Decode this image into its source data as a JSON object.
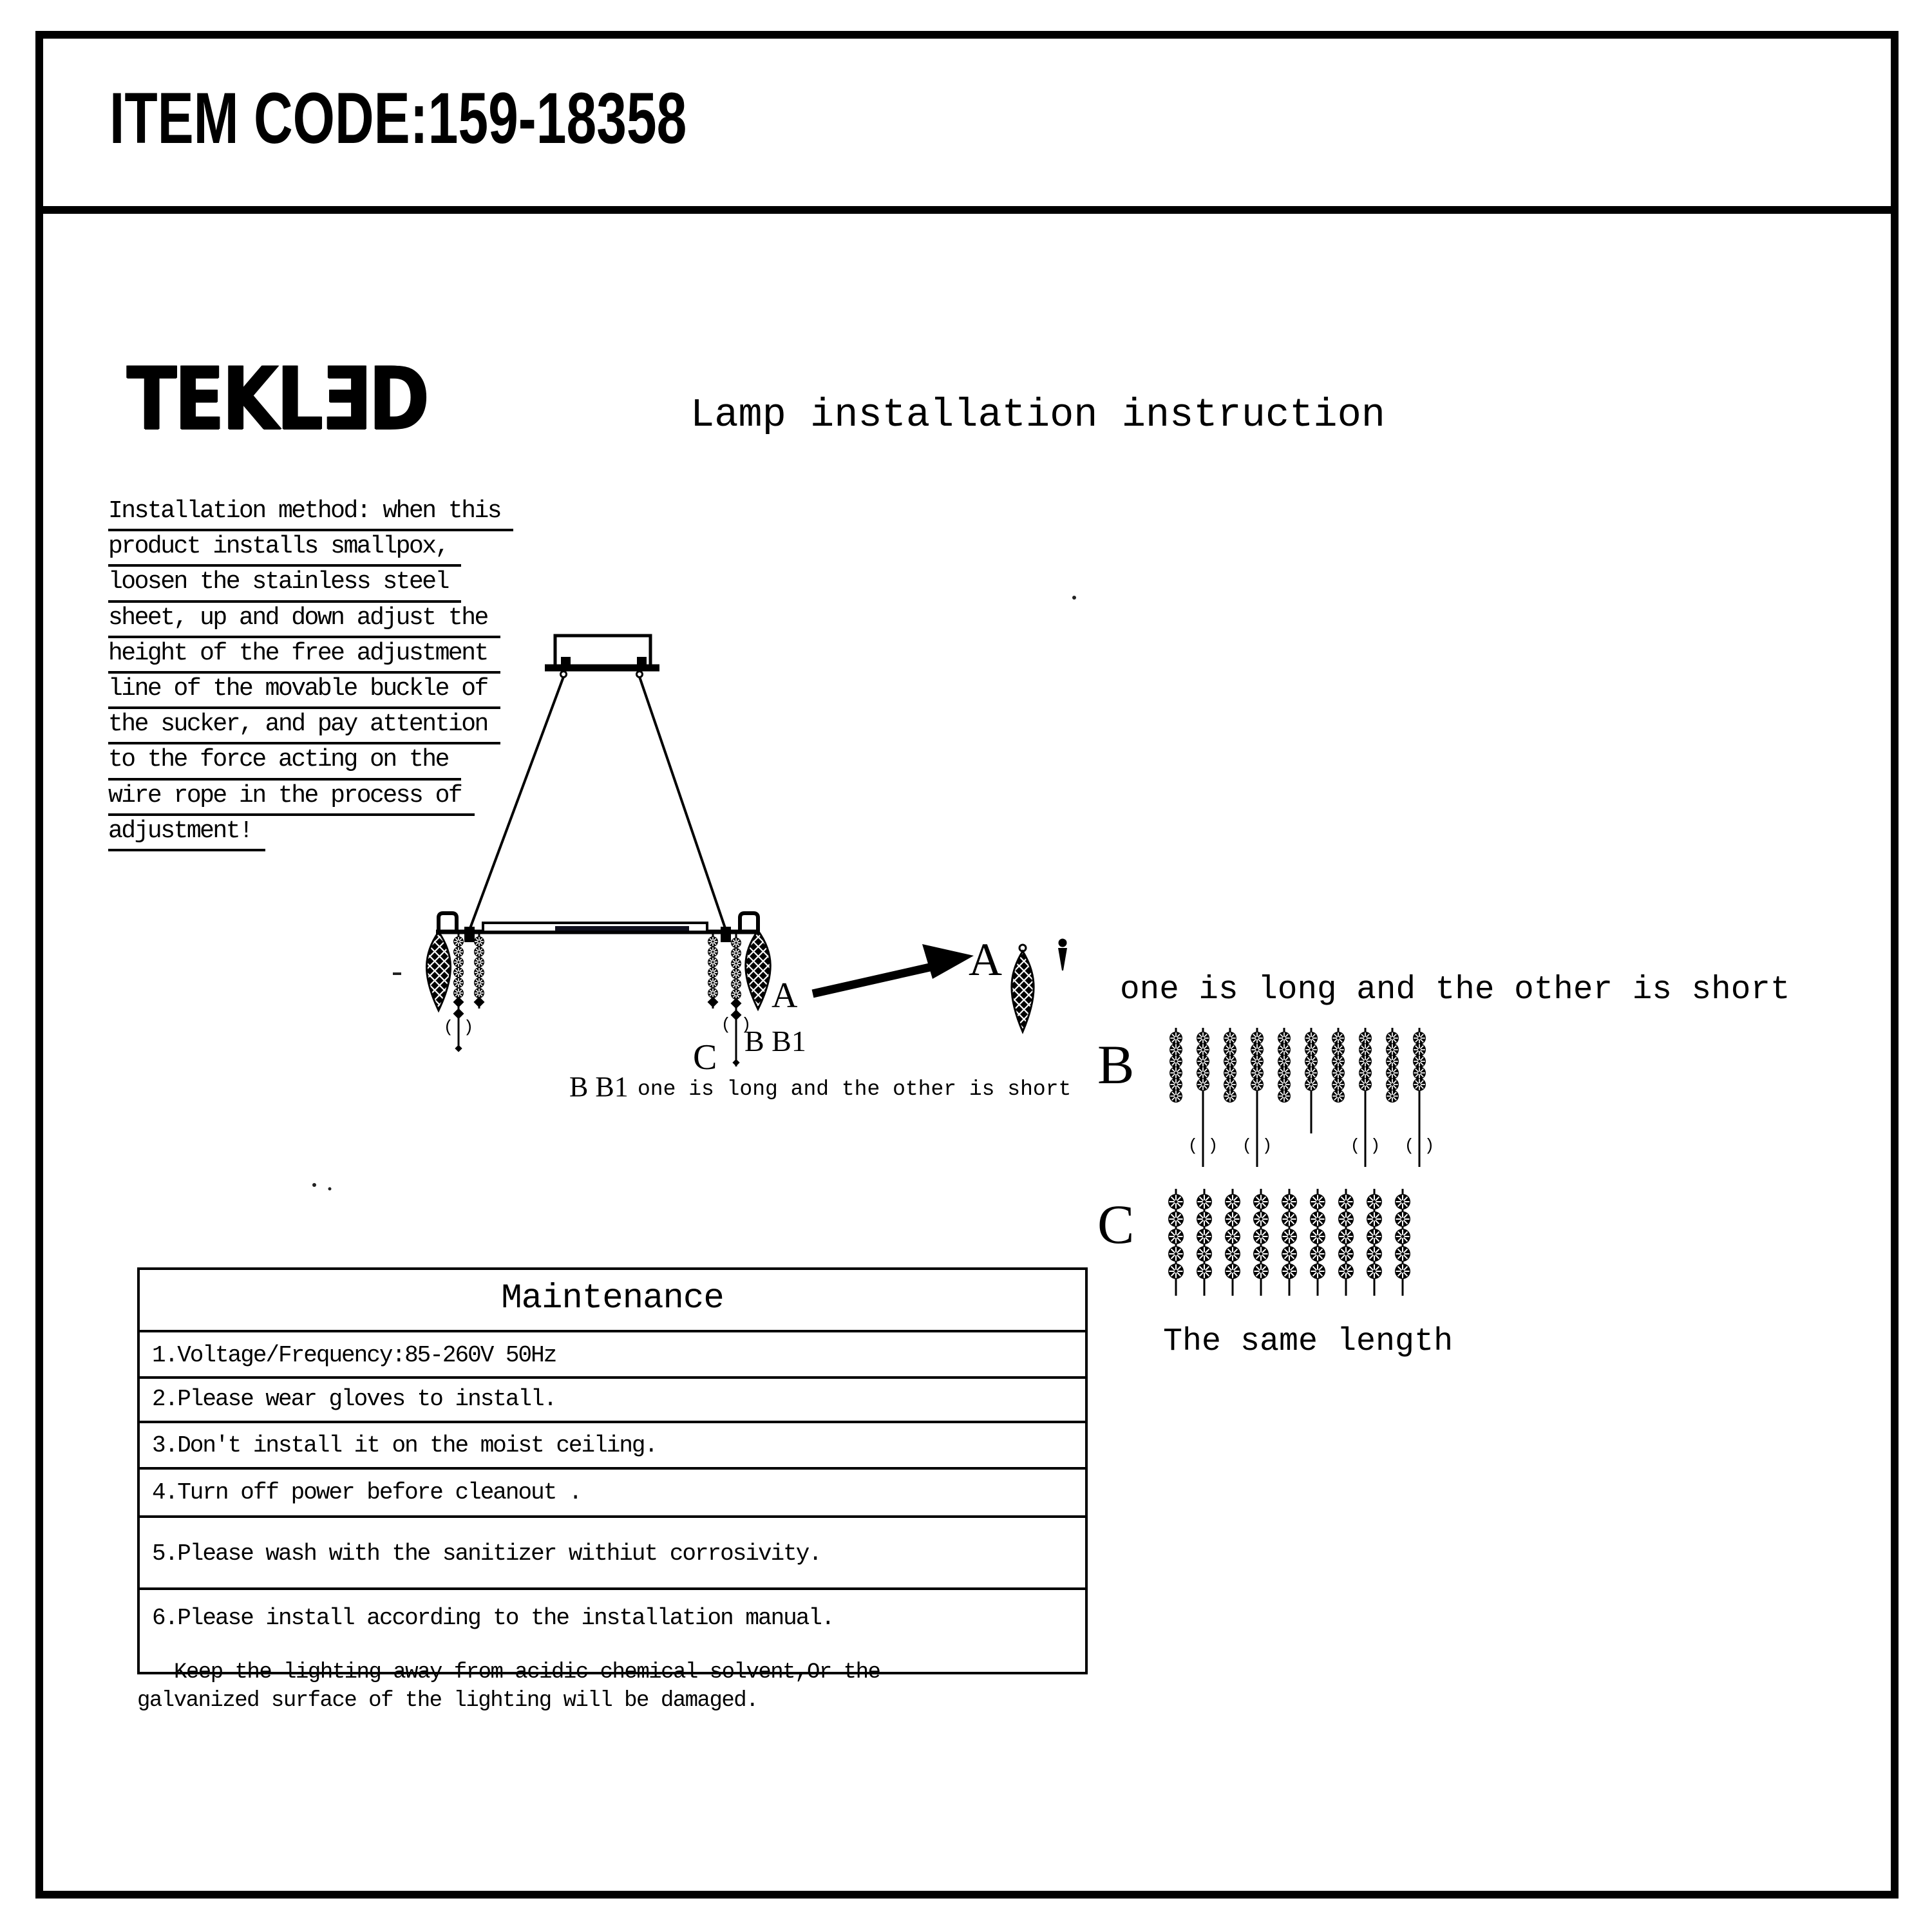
{
  "header": {
    "item_code": "ITEM CODE:159-18358",
    "title": "Lamp installation instruction"
  },
  "brand": {
    "logo": "TEKLƎD"
  },
  "instructions": {
    "lines": [
      "Installation method: when this ",
      "product installs smallpox, ",
      "loosen the stainless steel ",
      "sheet, up and down adjust the ",
      "height of the free adjustment ",
      "line of the movable buckle of ",
      "the sucker, and pay attention ",
      "to the force acting on the ",
      "wire rope in the process of ",
      "adjustment! "
    ]
  },
  "diagram": {
    "label_a": "A",
    "label_c": "C",
    "label_bb1": "B B1",
    "caption_prefix": "B B1",
    "caption_rest": "one is long and the other is short",
    "detail_label": "A"
  },
  "chains_panel": {
    "b_label": "B",
    "c_label": "C",
    "top_note": "one is long and the other is short",
    "bottom_note": "The same length"
  },
  "maintenance": {
    "title": "Maintenance",
    "rows": [
      "1.Voltage/Frequency:85-260V 50Hz",
      "2.Please wear gloves to install.",
      "3.Don't install it on the moist ceiling.",
      "4.Turn off power before cleanout .",
      "5.Please wash with the sanitizer withiut corrosivity.",
      "6.Please install according to the installation manual."
    ]
  },
  "note": {
    "lines": [
      "Keep the lighting away from acidic chemical solvent,Or the",
      "galvanized surface of the lighting will be damaged."
    ]
  }
}
